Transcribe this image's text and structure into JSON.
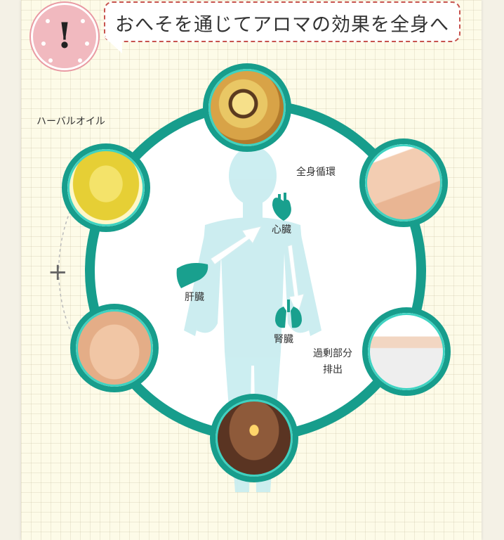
{
  "header": {
    "alert_symbol": "!",
    "headline": "おへそを通じてアロマの効果を全身へ"
  },
  "labels": {
    "herbal_oil": "ハーバルオイル",
    "circulation": "全身循環",
    "heart": "心臓",
    "liver": "肝臓",
    "kidney": "腎臓",
    "excess_line1": "過剰部分",
    "excess_line2": "排出"
  },
  "symbols": {
    "plus": "+"
  },
  "colors": {
    "ring": "#179d8c",
    "ring_light": "#3ed3c2",
    "organ": "#19a08e",
    "body": "#c7ecef",
    "bubble_border": "#c7534e",
    "alert_circle": "#f1b9bf"
  },
  "icons": [
    "heart-icon",
    "liver-icon",
    "lungs-icon",
    "arrow-icon"
  ]
}
